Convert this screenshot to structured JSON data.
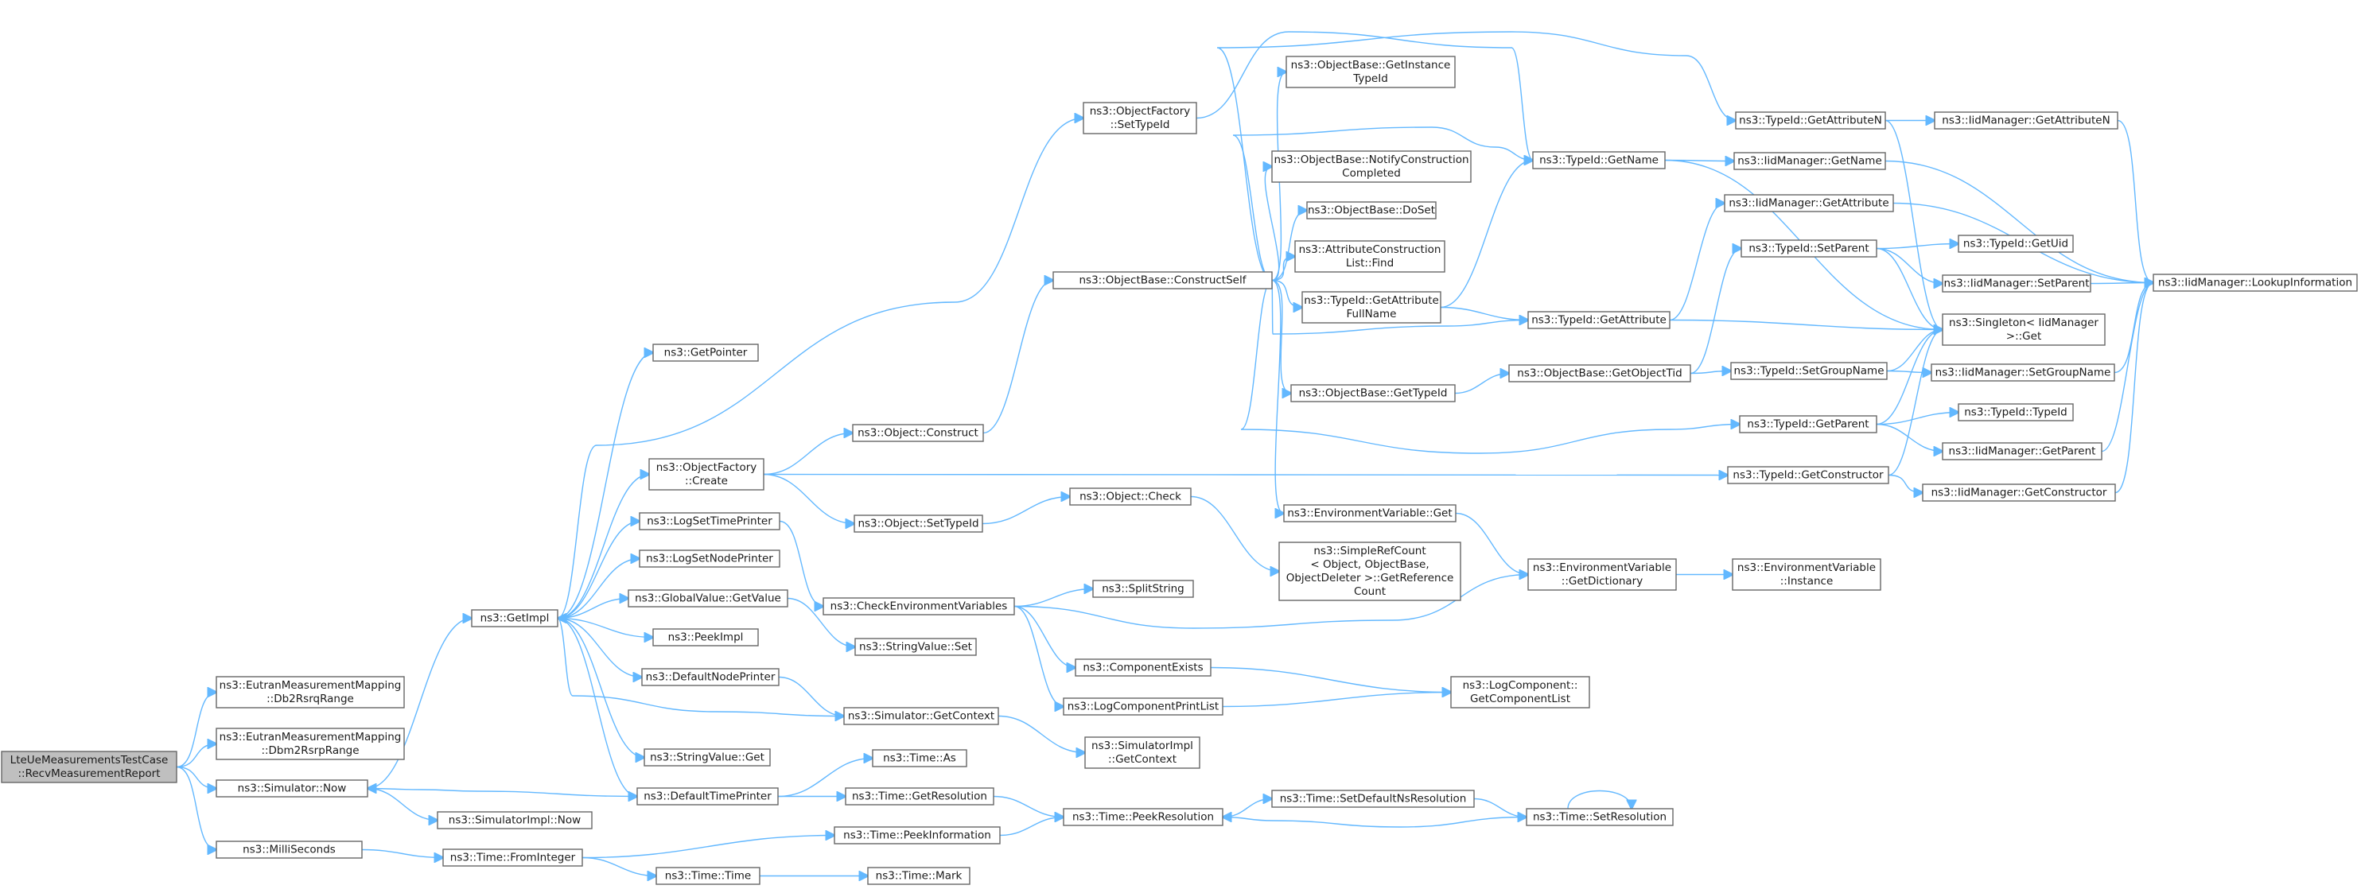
{
  "diagram": {
    "kind": "call-graph",
    "colors": {
      "edge": "#63b8ff",
      "node_border": "#666666",
      "node_fill": "#ffffff",
      "root_fill": "#bfbfbf",
      "text": "#1a1a1a"
    },
    "nodes": [
      {
        "id": "root",
        "lines": [
          "LteUeMeasurementsTestCase",
          "::RecvMeasurementReport"
        ],
        "root": true
      },
      {
        "id": "db2rsrq",
        "lines": [
          "ns3::EutranMeasurementMapping",
          "::Db2RsrqRange"
        ]
      },
      {
        "id": "dbm2rsrp",
        "lines": [
          "ns3::EutranMeasurementMapping",
          "::Dbm2RsrpRange"
        ]
      },
      {
        "id": "simnow",
        "lines": [
          "ns3::Simulator::Now"
        ]
      },
      {
        "id": "millisec",
        "lines": [
          "ns3::MilliSeconds"
        ]
      },
      {
        "id": "getimpl",
        "lines": [
          "ns3::GetImpl"
        ]
      },
      {
        "id": "simimplnow",
        "lines": [
          "ns3::SimulatorImpl::Now"
        ]
      },
      {
        "id": "fromint",
        "lines": [
          "ns3::Time::FromInteger"
        ]
      },
      {
        "id": "getpointer",
        "lines": [
          "ns3::GetPointer"
        ]
      },
      {
        "id": "ofcreate",
        "lines": [
          "ns3::ObjectFactory",
          "::Create"
        ]
      },
      {
        "id": "logsettime",
        "lines": [
          "ns3::LogSetTimePrinter"
        ]
      },
      {
        "id": "logsetnode",
        "lines": [
          "ns3::LogSetNodePrinter"
        ]
      },
      {
        "id": "gvgetvalue",
        "lines": [
          "ns3::GlobalValue::GetValue"
        ]
      },
      {
        "id": "peekimpl",
        "lines": [
          "ns3::PeekImpl"
        ]
      },
      {
        "id": "defnodeprinter",
        "lines": [
          "ns3::DefaultNodePrinter"
        ]
      },
      {
        "id": "svget",
        "lines": [
          "ns3::StringValue::Get"
        ]
      },
      {
        "id": "deftimeprinter",
        "lines": [
          "ns3::DefaultTimePrinter"
        ]
      },
      {
        "id": "peekinfo",
        "lines": [
          "ns3::Time::PeekInformation"
        ]
      },
      {
        "id": "timetime",
        "lines": [
          "ns3::Time::Time"
        ]
      },
      {
        "id": "ofsettypeid",
        "lines": [
          "ns3::ObjectFactory",
          "::SetTypeId"
        ]
      },
      {
        "id": "objconstruct",
        "lines": [
          "ns3::Object::Construct"
        ]
      },
      {
        "id": "objsettypeid",
        "lines": [
          "ns3::Object::SetTypeId"
        ]
      },
      {
        "id": "checkenv",
        "lines": [
          "ns3::CheckEnvironmentVariables"
        ]
      },
      {
        "id": "svset",
        "lines": [
          "ns3::StringValue::Set"
        ]
      },
      {
        "id": "simgetctx",
        "lines": [
          "ns3::Simulator::GetContext"
        ]
      },
      {
        "id": "timeas",
        "lines": [
          "ns3::Time::As"
        ]
      },
      {
        "id": "timegetres",
        "lines": [
          "ns3::Time::GetResolution"
        ]
      },
      {
        "id": "timemark",
        "lines": [
          "ns3::Time::Mark"
        ]
      },
      {
        "id": "constructself",
        "lines": [
          "ns3::ObjectBase::ConstructSelf"
        ]
      },
      {
        "id": "objcheck",
        "lines": [
          "ns3::Object::Check"
        ]
      },
      {
        "id": "splitstring",
        "lines": [
          "ns3::SplitString"
        ]
      },
      {
        "id": "compexists",
        "lines": [
          "ns3::ComponentExists"
        ]
      },
      {
        "id": "logcompprint",
        "lines": [
          "ns3::LogComponentPrintList"
        ]
      },
      {
        "id": "simimplgetctx",
        "lines": [
          "ns3::SimulatorImpl",
          "::GetContext"
        ]
      },
      {
        "id": "peekres",
        "lines": [
          "ns3::Time::PeekResolution"
        ]
      },
      {
        "id": "obgetinst",
        "lines": [
          "ns3::ObjectBase::GetInstance",
          "TypeId"
        ]
      },
      {
        "id": "obnotify",
        "lines": [
          "ns3::ObjectBase::NotifyConstruction",
          "Completed"
        ]
      },
      {
        "id": "obdoset",
        "lines": [
          "ns3::ObjectBase::DoSet"
        ]
      },
      {
        "id": "attrconsfind",
        "lines": [
          "ns3::AttributeConstruction",
          "List::Find"
        ]
      },
      {
        "id": "tidgetattrfull",
        "lines": [
          "ns3::TypeId::GetAttribute",
          "FullName"
        ]
      },
      {
        "id": "obgettypeid",
        "lines": [
          "ns3::ObjectBase::GetTypeId"
        ]
      },
      {
        "id": "envget",
        "lines": [
          "ns3::EnvironmentVariable::Get"
        ]
      },
      {
        "id": "simplerefcount",
        "lines": [
          "ns3::SimpleRefCount",
          "< Object, ObjectBase,",
          "ObjectDeleter >::GetReference",
          "Count"
        ]
      },
      {
        "id": "setdefres",
        "lines": [
          "ns3::Time::SetDefaultNsResolution"
        ]
      },
      {
        "id": "tidgetname",
        "lines": [
          "ns3::TypeId::GetName"
        ]
      },
      {
        "id": "tidgetattr",
        "lines": [
          "ns3::TypeId::GetAttribute"
        ]
      },
      {
        "id": "obgetobjtid",
        "lines": [
          "ns3::ObjectBase::GetObjectTid"
        ]
      },
      {
        "id": "envgetdict",
        "lines": [
          "ns3::EnvironmentVariable",
          "::GetDictionary"
        ]
      },
      {
        "id": "logcompgetlist",
        "lines": [
          "ns3::LogComponent::",
          "GetComponentList"
        ]
      },
      {
        "id": "setres",
        "lines": [
          "ns3::Time::SetResolution"
        ]
      },
      {
        "id": "tidgetattrn",
        "lines": [
          "ns3::TypeId::GetAttributeN"
        ]
      },
      {
        "id": "iidgetname",
        "lines": [
          "ns3::IidManager::GetName"
        ]
      },
      {
        "id": "iidgetattr",
        "lines": [
          "ns3::IidManager::GetAttribute"
        ]
      },
      {
        "id": "tidsetparent",
        "lines": [
          "ns3::TypeId::SetParent"
        ]
      },
      {
        "id": "tidsetgroup",
        "lines": [
          "ns3::TypeId::SetGroupName"
        ]
      },
      {
        "id": "tidgetparent",
        "lines": [
          "ns3::TypeId::GetParent"
        ]
      },
      {
        "id": "tidgetctor",
        "lines": [
          "ns3::TypeId::GetConstructor"
        ]
      },
      {
        "id": "envinst",
        "lines": [
          "ns3::EnvironmentVariable",
          "::Instance"
        ]
      },
      {
        "id": "iidgetattrn",
        "lines": [
          "ns3::IidManager::GetAttributeN"
        ]
      },
      {
        "id": "tidgetuid",
        "lines": [
          "ns3::TypeId::GetUid"
        ]
      },
      {
        "id": "iidsetparent",
        "lines": [
          "ns3::IidManager::SetParent"
        ]
      },
      {
        "id": "singleton",
        "lines": [
          "ns3::Singleton< IidManager",
          ">::Get"
        ]
      },
      {
        "id": "iidsetgroup",
        "lines": [
          "ns3::IidManager::SetGroupName"
        ]
      },
      {
        "id": "tidtypeid",
        "lines": [
          "ns3::TypeId::TypeId"
        ]
      },
      {
        "id": "iidgetparent",
        "lines": [
          "ns3::IidManager::GetParent"
        ]
      },
      {
        "id": "iidgetctor",
        "lines": [
          "ns3::IidManager::GetConstructor"
        ]
      },
      {
        "id": "iidlookup",
        "lines": [
          "ns3::IidManager::LookupInformation"
        ]
      }
    ],
    "edges": [
      [
        "root",
        "db2rsrq"
      ],
      [
        "root",
        "dbm2rsrp"
      ],
      [
        "root",
        "simnow"
      ],
      [
        "root",
        "millisec"
      ],
      [
        "simnow",
        "getimpl"
      ],
      [
        "simnow",
        "simimplnow"
      ],
      [
        "millisec",
        "fromint"
      ],
      [
        "getimpl",
        "getpointer"
      ],
      [
        "getimpl",
        "ofcreate"
      ],
      [
        "getimpl",
        "logsettime"
      ],
      [
        "getimpl",
        "logsetnode"
      ],
      [
        "getimpl",
        "gvgetvalue"
      ],
      [
        "getimpl",
        "peekimpl"
      ],
      [
        "getimpl",
        "defnodeprinter"
      ],
      [
        "getimpl",
        "svget"
      ],
      [
        "getimpl",
        "deftimeprinter"
      ],
      [
        "getimpl",
        "ofsettypeid"
      ],
      [
        "defnodeprinter",
        "simgetctx"
      ],
      [
        "simgetctx",
        "getimpl"
      ],
      [
        "simgetctx",
        "simimplgetctx"
      ],
      [
        "deftimeprinter",
        "simnow"
      ],
      [
        "deftimeprinter",
        "timeas"
      ],
      [
        "deftimeprinter",
        "timegetres"
      ],
      [
        "fromint",
        "peekinfo"
      ],
      [
        "fromint",
        "timetime"
      ],
      [
        "timetime",
        "timemark"
      ],
      [
        "peekinfo",
        "peekres"
      ],
      [
        "timegetres",
        "peekres"
      ],
      [
        "ofcreate",
        "objconstruct"
      ],
      [
        "ofcreate",
        "objsettypeid"
      ],
      [
        "ofcreate",
        "tidgetctor"
      ],
      [
        "objconstruct",
        "constructself"
      ],
      [
        "objsettypeid",
        "objcheck"
      ],
      [
        "objcheck",
        "simplerefcount"
      ],
      [
        "logsettime",
        "checkenv"
      ],
      [
        "checkenv",
        "splitstring"
      ],
      [
        "checkenv",
        "compexists"
      ],
      [
        "checkenv",
        "logcompprint"
      ],
      [
        "checkenv",
        "envgetdict"
      ],
      [
        "gvgetvalue",
        "svset"
      ],
      [
        "compexists",
        "logcompgetlist"
      ],
      [
        "logcompprint",
        "logcompgetlist"
      ],
      [
        "ofsettypeid",
        "tidgetname"
      ],
      [
        "constructself",
        "obgetinst"
      ],
      [
        "constructself",
        "obnotify"
      ],
      [
        "constructself",
        "obdoset"
      ],
      [
        "constructself",
        "attrconsfind"
      ],
      [
        "constructself",
        "tidgetattrfull"
      ],
      [
        "constructself",
        "obgettypeid"
      ],
      [
        "constructself",
        "envget"
      ],
      [
        "constructself",
        "tidgetname"
      ],
      [
        "constructself",
        "tidgetattr"
      ],
      [
        "constructself",
        "tidgetattrn"
      ],
      [
        "constructself",
        "tidgetparent"
      ],
      [
        "tidgetattrfull",
        "tidgetname"
      ],
      [
        "tidgetattrfull",
        "tidgetattr"
      ],
      [
        "obgettypeid",
        "obgetobjtid"
      ],
      [
        "obgetobjtid",
        "tidsetparent"
      ],
      [
        "obgetobjtid",
        "tidsetgroup"
      ],
      [
        "envget",
        "envgetdict"
      ],
      [
        "envgetdict",
        "envinst"
      ],
      [
        "setdefres",
        "setres"
      ],
      [
        "setres",
        "peekres"
      ],
      [
        "setres",
        "setres"
      ],
      [
        "peekres",
        "setdefres"
      ],
      [
        "tidgetname",
        "iidgetname"
      ],
      [
        "tidgetname",
        "singleton"
      ],
      [
        "tidgetattr",
        "iidgetattr"
      ],
      [
        "tidgetattr",
        "singleton"
      ],
      [
        "tidgetattrn",
        "iidgetattrn"
      ],
      [
        "tidgetattrn",
        "singleton"
      ],
      [
        "tidsetparent",
        "tidgetuid"
      ],
      [
        "tidsetparent",
        "iidsetparent"
      ],
      [
        "tidsetparent",
        "singleton"
      ],
      [
        "tidsetgroup",
        "iidsetgroup"
      ],
      [
        "tidsetgroup",
        "singleton"
      ],
      [
        "tidgetparent",
        "tidtypeid"
      ],
      [
        "tidgetparent",
        "iidgetparent"
      ],
      [
        "tidgetparent",
        "singleton"
      ],
      [
        "tidgetctor",
        "iidgetctor"
      ],
      [
        "tidgetctor",
        "singleton"
      ],
      [
        "iidgetattrn",
        "iidlookup"
      ],
      [
        "iidgetname",
        "iidlookup"
      ],
      [
        "iidgetattr",
        "iidlookup"
      ],
      [
        "iidsetparent",
        "iidlookup"
      ],
      [
        "iidsetgroup",
        "iidlookup"
      ],
      [
        "iidgetparent",
        "iidlookup"
      ],
      [
        "iidgetctor",
        "iidlookup"
      ]
    ]
  }
}
